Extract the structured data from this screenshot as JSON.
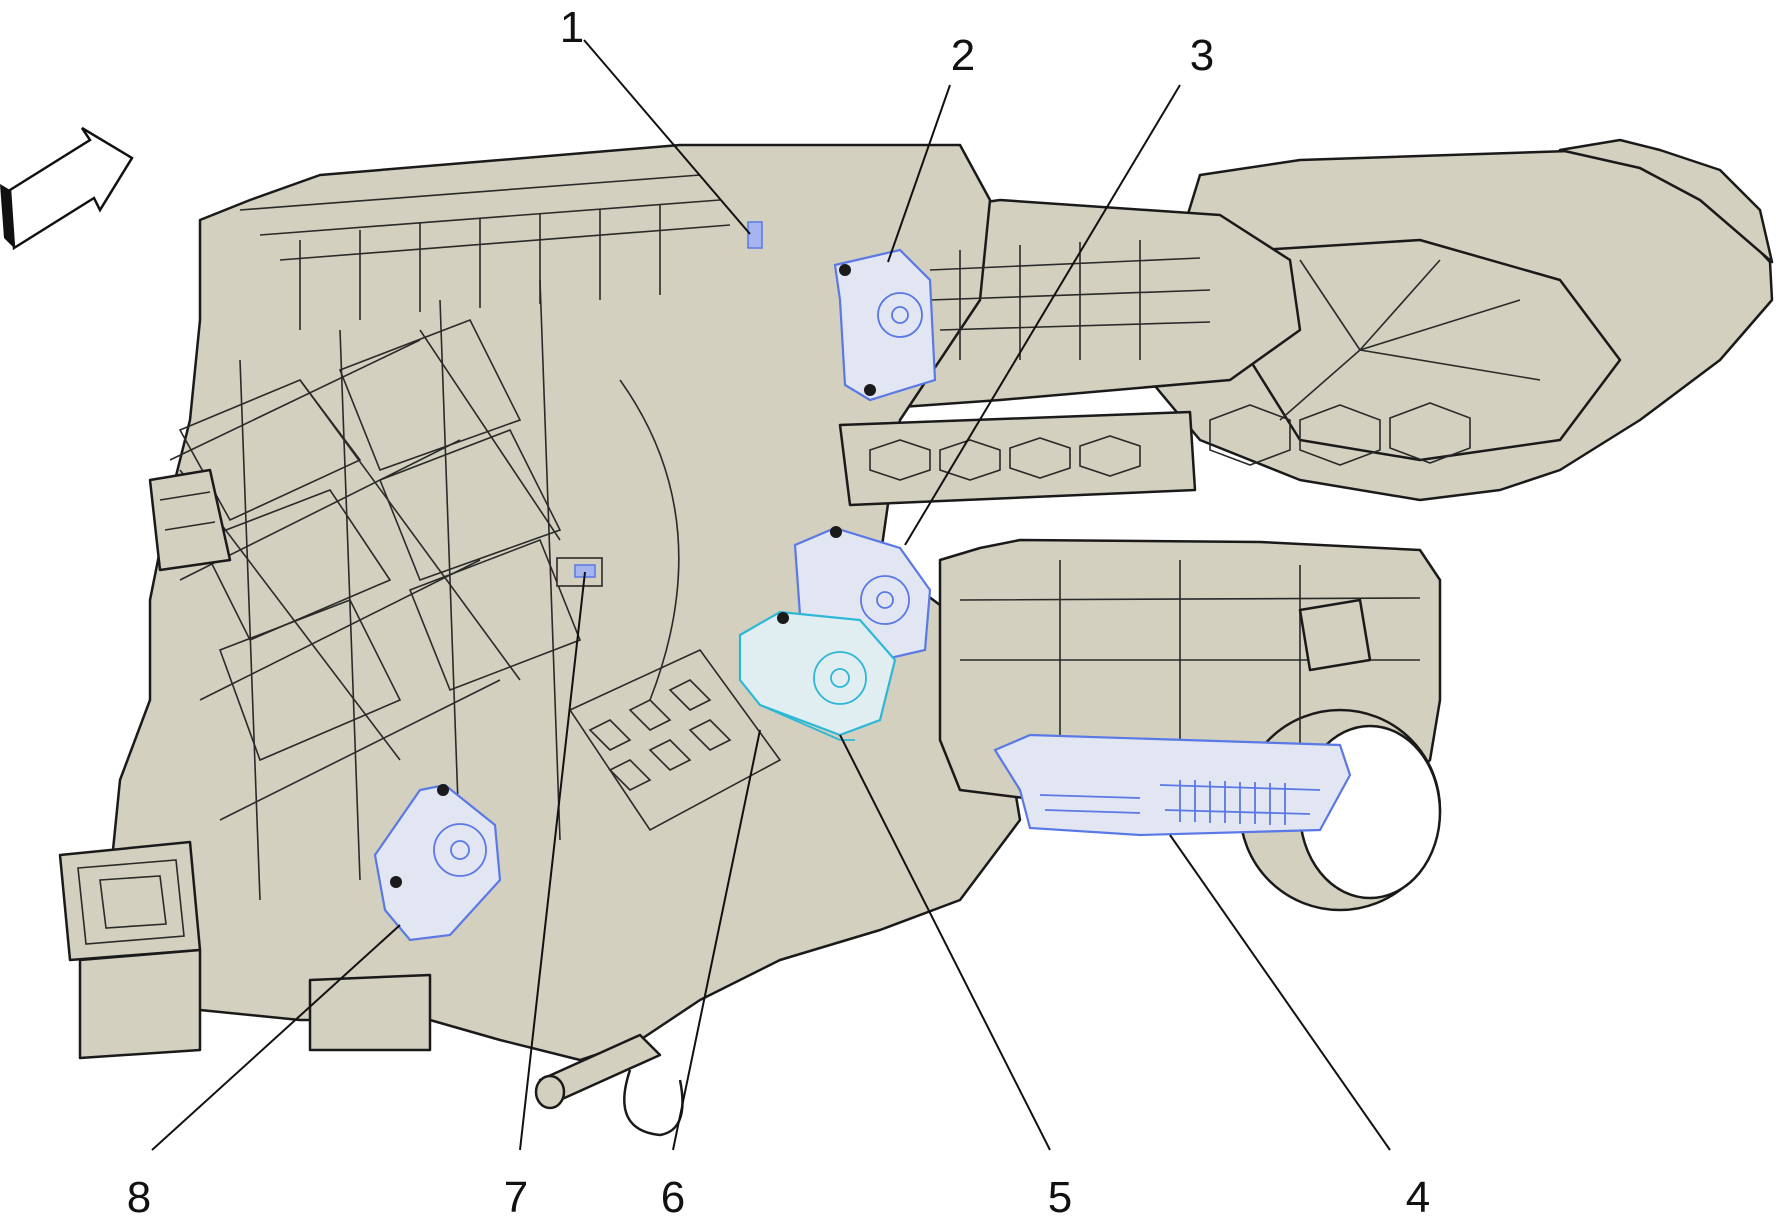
{
  "callouts": [
    {
      "id": "1",
      "label": "1"
    },
    {
      "id": "2",
      "label": "2"
    },
    {
      "id": "3",
      "label": "3"
    },
    {
      "id": "4",
      "label": "4"
    },
    {
      "id": "5",
      "label": "5"
    },
    {
      "id": "6",
      "label": "6"
    },
    {
      "id": "7",
      "label": "7"
    },
    {
      "id": "8",
      "label": "8"
    }
  ],
  "colors": {
    "housing": "#d3d0bf",
    "highlight_blue": "#5a78e6",
    "highlight_cyan": "#2db7d6",
    "line": "#1a1a1a"
  }
}
